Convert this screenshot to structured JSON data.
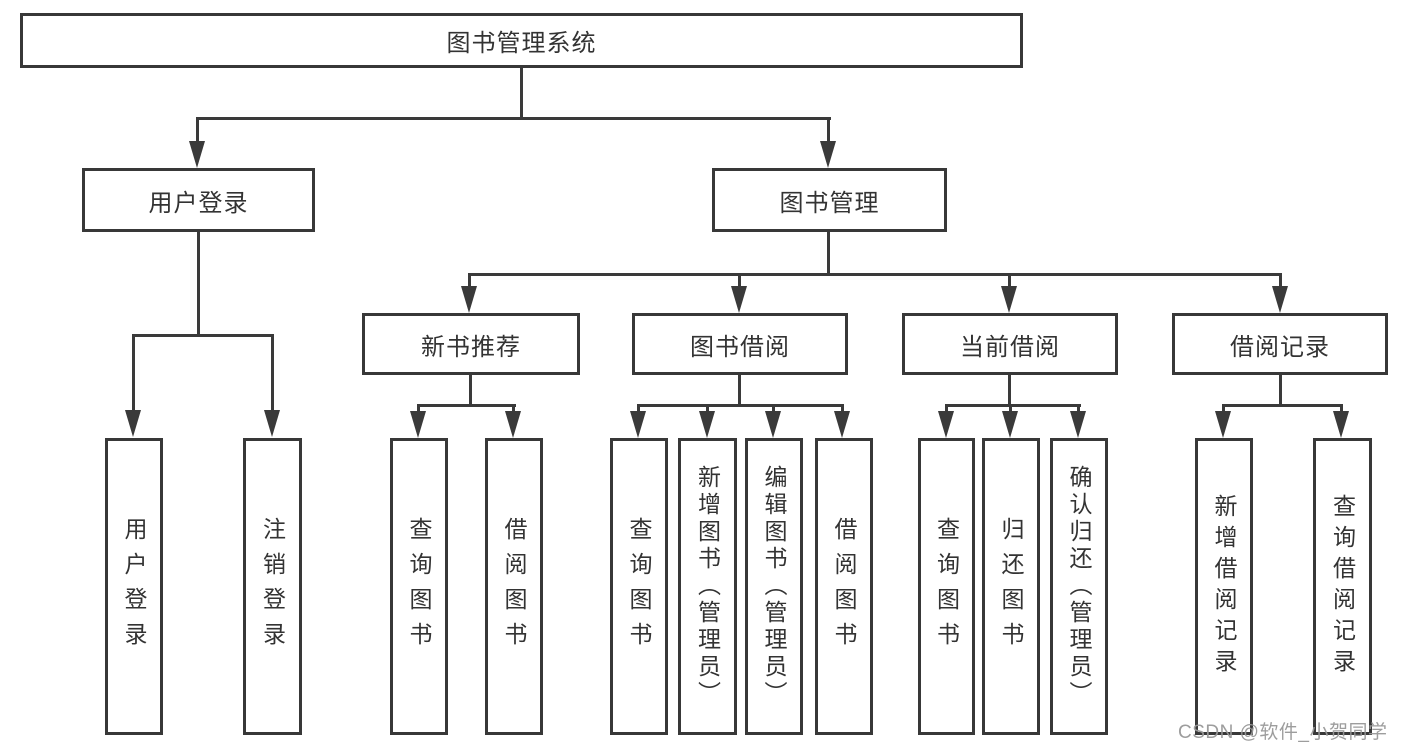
{
  "diagram_title": "图书管理系统",
  "tree": {
    "root": {
      "label": "图书管理系统"
    },
    "branches": [
      {
        "label": "用户登录",
        "children": [
          {
            "label": "用户登录"
          },
          {
            "label": "注销登录"
          }
        ]
      },
      {
        "label": "图书管理",
        "children": [
          {
            "label": "新书推荐",
            "children": [
              {
                "label": "查询图书"
              },
              {
                "label": "借阅图书"
              }
            ]
          },
          {
            "label": "图书借阅",
            "children": [
              {
                "label": "查询图书"
              },
              {
                "label": "新增图书（管理员）"
              },
              {
                "label": "编辑图书（管理员）"
              },
              {
                "label": "借阅图书"
              }
            ]
          },
          {
            "label": "当前借阅",
            "children": [
              {
                "label": "查询图书"
              },
              {
                "label": "归还图书"
              },
              {
                "label": "确认归还（管理员）"
              }
            ]
          },
          {
            "label": "借阅记录",
            "children": [
              {
                "label": "新增借阅记录"
              },
              {
                "label": "查询借阅记录"
              }
            ]
          }
        ]
      }
    ]
  },
  "watermark": "CSDN @软件_小贺同学",
  "colors": {
    "line": "#3a3a3a",
    "border": "#383838",
    "text": "#333333",
    "watermark": "#989898",
    "background": "#ffffff"
  }
}
